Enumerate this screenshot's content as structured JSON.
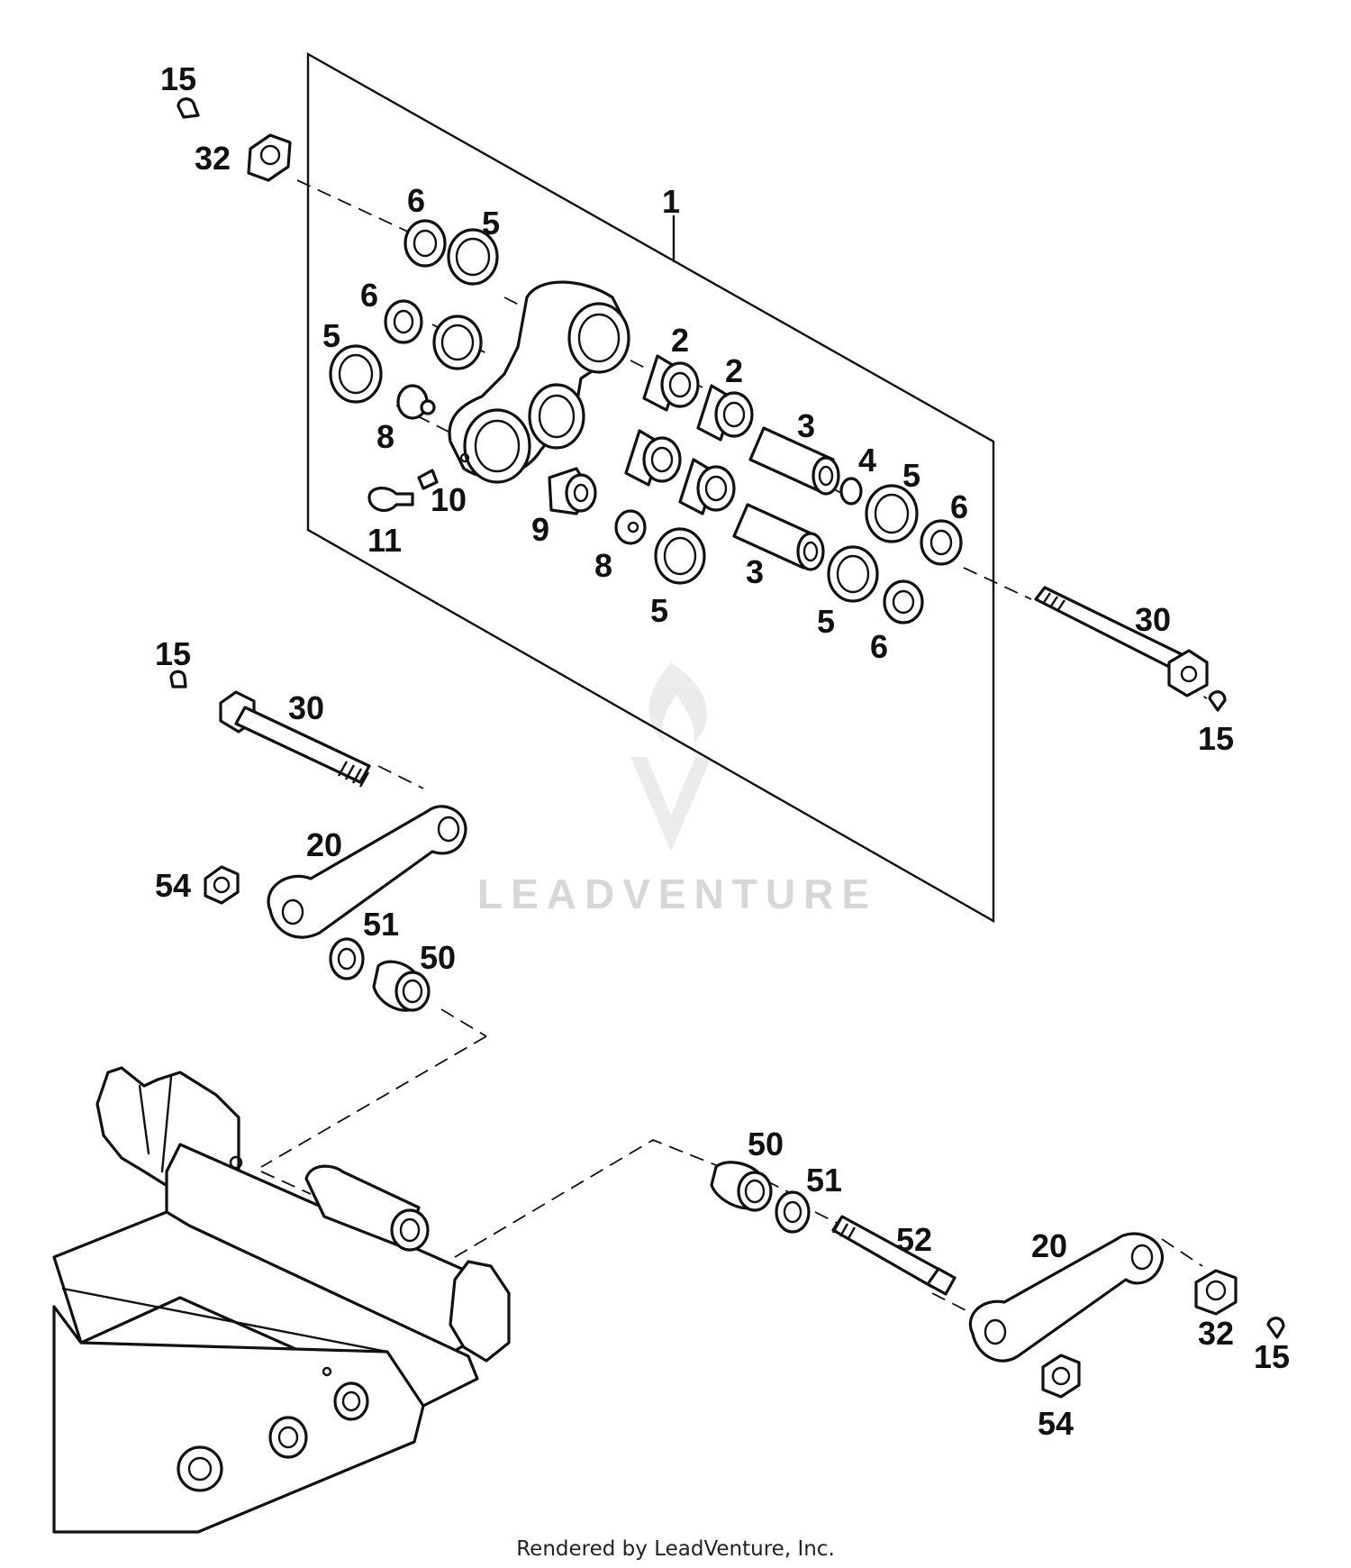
{
  "diagram": {
    "callouts": [
      {
        "id": "c15a",
        "text": "15"
      },
      {
        "id": "c32a",
        "text": "32"
      },
      {
        "id": "c1",
        "text": "1"
      },
      {
        "id": "c6a",
        "text": "6"
      },
      {
        "id": "c5a",
        "text": "5"
      },
      {
        "id": "c6b",
        "text": "6"
      },
      {
        "id": "c5b",
        "text": "5"
      },
      {
        "id": "c8a",
        "text": "8"
      },
      {
        "id": "c2a",
        "text": "2"
      },
      {
        "id": "c2b",
        "text": "2"
      },
      {
        "id": "c3a",
        "text": "3"
      },
      {
        "id": "c4",
        "text": "4"
      },
      {
        "id": "c5c",
        "text": "5"
      },
      {
        "id": "c6c",
        "text": "6"
      },
      {
        "id": "c10",
        "text": "10"
      },
      {
        "id": "c11",
        "text": "11"
      },
      {
        "id": "c9",
        "text": "9"
      },
      {
        "id": "c8b",
        "text": "8"
      },
      {
        "id": "c3b",
        "text": "3"
      },
      {
        "id": "c5d",
        "text": "5"
      },
      {
        "id": "c5e",
        "text": "5"
      },
      {
        "id": "c6d",
        "text": "6"
      },
      {
        "id": "c30a",
        "text": "30"
      },
      {
        "id": "c15b",
        "text": "15"
      },
      {
        "id": "c15c",
        "text": "15"
      },
      {
        "id": "c30b",
        "text": "30"
      },
      {
        "id": "c20a",
        "text": "20"
      },
      {
        "id": "c54a",
        "text": "54"
      },
      {
        "id": "c51a",
        "text": "51"
      },
      {
        "id": "c50a",
        "text": "50"
      },
      {
        "id": "c50b",
        "text": "50"
      },
      {
        "id": "c51b",
        "text": "51"
      },
      {
        "id": "c52",
        "text": "52"
      },
      {
        "id": "c20b",
        "text": "20"
      },
      {
        "id": "c32b",
        "text": "32"
      },
      {
        "id": "c15d",
        "text": "15"
      },
      {
        "id": "c54b",
        "text": "54"
      }
    ]
  },
  "watermark": {
    "text": "LEADVENTURE"
  },
  "footer": {
    "text": "Rendered by LeadVenture, Inc."
  }
}
